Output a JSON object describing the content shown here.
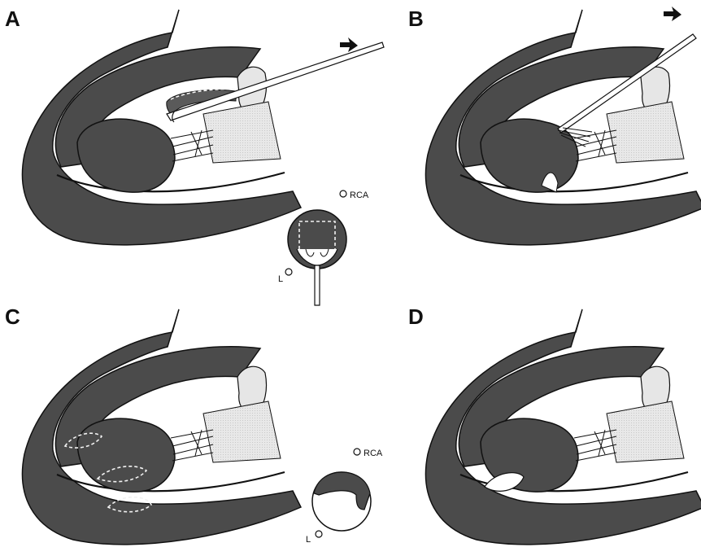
{
  "panels": [
    {
      "letter": "A"
    },
    {
      "letter": "B"
    },
    {
      "letter": "C"
    },
    {
      "letter": "D"
    }
  ],
  "labels": {
    "rca": "RCA",
    "left": "L"
  },
  "colors": {
    "tissue": "#4b4b4b",
    "valve": "#e6e6e6",
    "outline": "#111111",
    "background": "#ffffff"
  }
}
